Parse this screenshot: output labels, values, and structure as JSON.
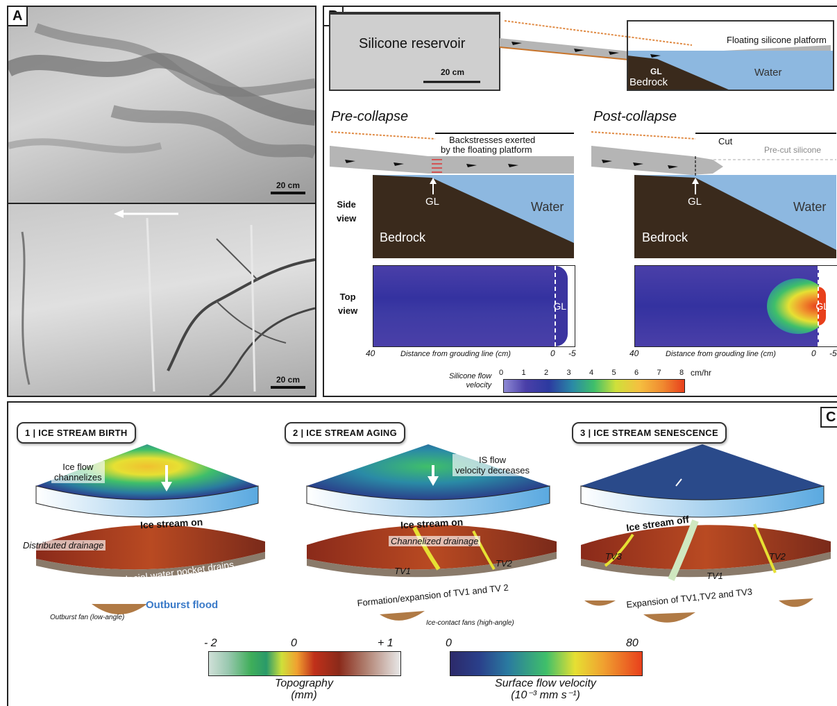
{
  "panel_a": {
    "label": "A",
    "top_scale": "20 cm",
    "bottom_scale": "20 cm"
  },
  "panel_b": {
    "label": "B",
    "reservoir": "Silicone reservoir",
    "floating_platform": "Floating silicone platform",
    "scale": "20 cm",
    "gl": "GL",
    "bedrock": "Bedrock",
    "water": "Water",
    "pre_title": "Pre-collapse",
    "post_title": "Post-collapse",
    "backstress_line1": "Backstresses exerted",
    "backstress_line2": "by the floating platform",
    "cut": "Cut",
    "precut": "Pre-cut silicone",
    "side_view_1": "Side",
    "side_view_2": "view",
    "top_view_1": "Top",
    "top_view_2": "view",
    "axis_label": "Distance from grouding line (cm)",
    "axis_left": "40",
    "axis_zero": "0",
    "axis_right": "-5",
    "colorbar_label_1": "Silicone flow",
    "colorbar_label_2": "velocity",
    "colorbar_unit": "cm/hr",
    "colorbar_ticks": [
      "0",
      "1",
      "2",
      "3",
      "4",
      "5",
      "6",
      "7",
      "8"
    ]
  },
  "panel_c": {
    "label": "C",
    "stage1": "1 | ICE STREAM BIRTH",
    "stage2": "2 | ICE STREAM AGING",
    "stage3": "3 | ICE STREAM SENESCENCE",
    "ice_flow_1": "Ice flow",
    "ice_flow_2": "channelizes",
    "is_flow_1": "IS flow",
    "is_flow_2": "velocity decreases",
    "ice_on_1": "Ice stream on",
    "ice_on_2": "Ice stream on",
    "ice_off": "Ice stream off",
    "distributed": "Distributed drainage",
    "subglacial": "Subglacial water pocket drains",
    "outburst": "Outburst flood",
    "outburst_fan": "Outburst fan (low-angle)",
    "channelized": "Channelized drainage",
    "tv1": "TV1",
    "tv2": "TV2",
    "tv3": "TV3",
    "formation": "Formation/expansion of TV1 and TV 2",
    "ice_contact": "Ice-contact fans (high-angle)",
    "expansion": "Expansion of TV1,TV2 and TV3",
    "topo_ticks": [
      "- 2",
      "0",
      "+ 1"
    ],
    "topo_label_1": "Topography",
    "topo_label_2": "(mm)",
    "vel_ticks": [
      "0",
      "80"
    ],
    "vel_label_1": "Surface flow velocity",
    "vel_label_2": "(10⁻³ mm s⁻¹)"
  },
  "colors": {
    "bedrock": "#3a2a1c",
    "water": "#8db8e0",
    "silicone": "#b5b5b5",
    "velocity_low": "#2f2a86",
    "velocity_high": "#e8401c"
  }
}
